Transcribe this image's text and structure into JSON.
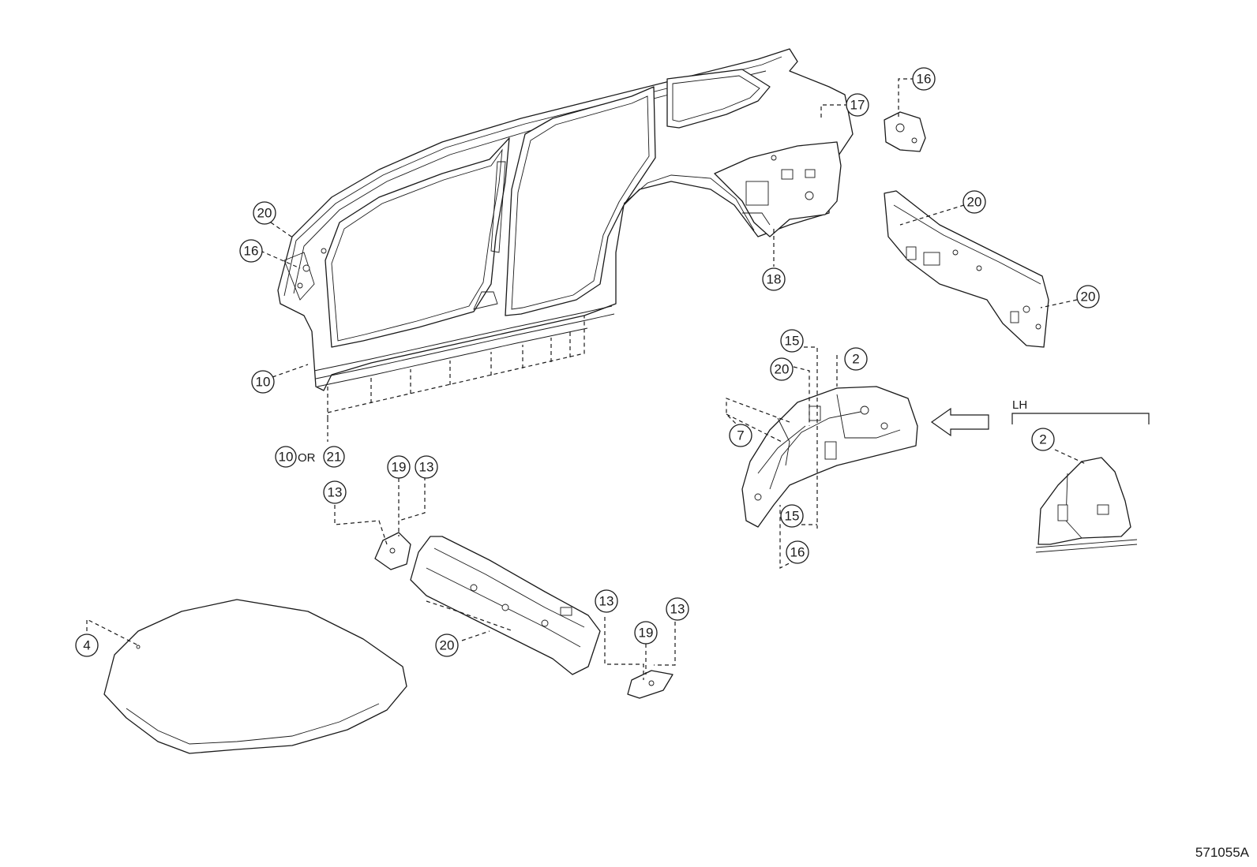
{
  "diagram_id": "571055A",
  "section_label": "LH",
  "or_word": "OR",
  "callouts": {
    "c20_side_a": "20",
    "c16_side": "16",
    "c10_side": "10",
    "c10_or": "10",
    "c21_or": "21",
    "c17_rear": "17",
    "c16_rear": "16",
    "c18_rear": "18",
    "c20_rear_a": "20",
    "c20_rear_b": "20",
    "c15_top": "15",
    "c2_top": "2",
    "c20_apron": "20",
    "c7_apron": "7",
    "c15_bottom": "15",
    "c16_apron": "16",
    "c2_lh": "2",
    "c13_l1": "13",
    "c19_l": "19",
    "c13_l2": "13",
    "c13_r1": "13",
    "c19_r": "19",
    "c13_r2": "13",
    "c20_cowl": "20",
    "c4_hood": "4"
  }
}
